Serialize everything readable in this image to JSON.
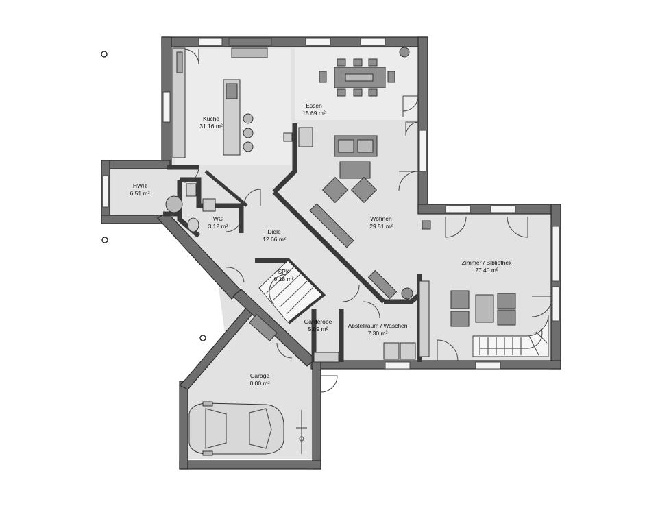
{
  "rooms": [
    {
      "key": "kueche",
      "name": "Küche",
      "area": "31.16 m²"
    },
    {
      "key": "essen",
      "name": "Essen",
      "area": "15.69 m²"
    },
    {
      "key": "hwr",
      "name": "HWR",
      "area": "6.51 m²"
    },
    {
      "key": "wc",
      "name": "WC",
      "area": "3.12 m²"
    },
    {
      "key": "diele",
      "name": "Diele",
      "area": "12.66 m²"
    },
    {
      "key": "wohnen",
      "name": "Wohnen",
      "area": "29.51 m²"
    },
    {
      "key": "spk",
      "name": "SPK",
      "area": "0.18 m²"
    },
    {
      "key": "zimmer",
      "name": "Zimmer / Bibliothek",
      "area": "27.40 m²"
    },
    {
      "key": "garderobe",
      "name": "Garderobe",
      "area": "5.09 m²"
    },
    {
      "key": "abstell",
      "name": "Abstellraum / Waschen",
      "area": "7.30 m²"
    },
    {
      "key": "garage",
      "name": "Garage",
      "area": "0.00 m²"
    }
  ],
  "icons": [
    "column-marker-icon",
    "car-icon",
    "bicycle-icon",
    "stair-icon",
    "fireplace-icon"
  ]
}
